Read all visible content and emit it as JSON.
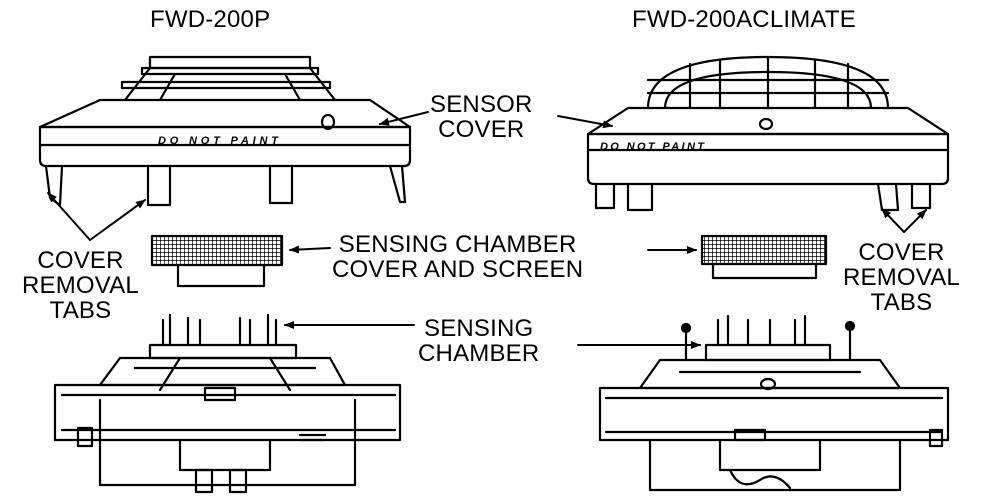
{
  "titles": {
    "left": "FWD-200P",
    "right": "FWD-200ACLIMATE"
  },
  "callouts": {
    "sensor_cover": "SENSOR\nCOVER",
    "chamber_cover": "SENSING CHAMBER\nCOVER AND SCREEN",
    "sensing_chamber": "SENSING\nCHAMBER",
    "tabs_left": "COVER\nREMOVAL\nTABS",
    "tabs_right": "COVER\nREMOVAL\nTABS"
  },
  "cover_text": {
    "left": "DO NOT PAINT",
    "right": "DO NOT PAINT"
  }
}
